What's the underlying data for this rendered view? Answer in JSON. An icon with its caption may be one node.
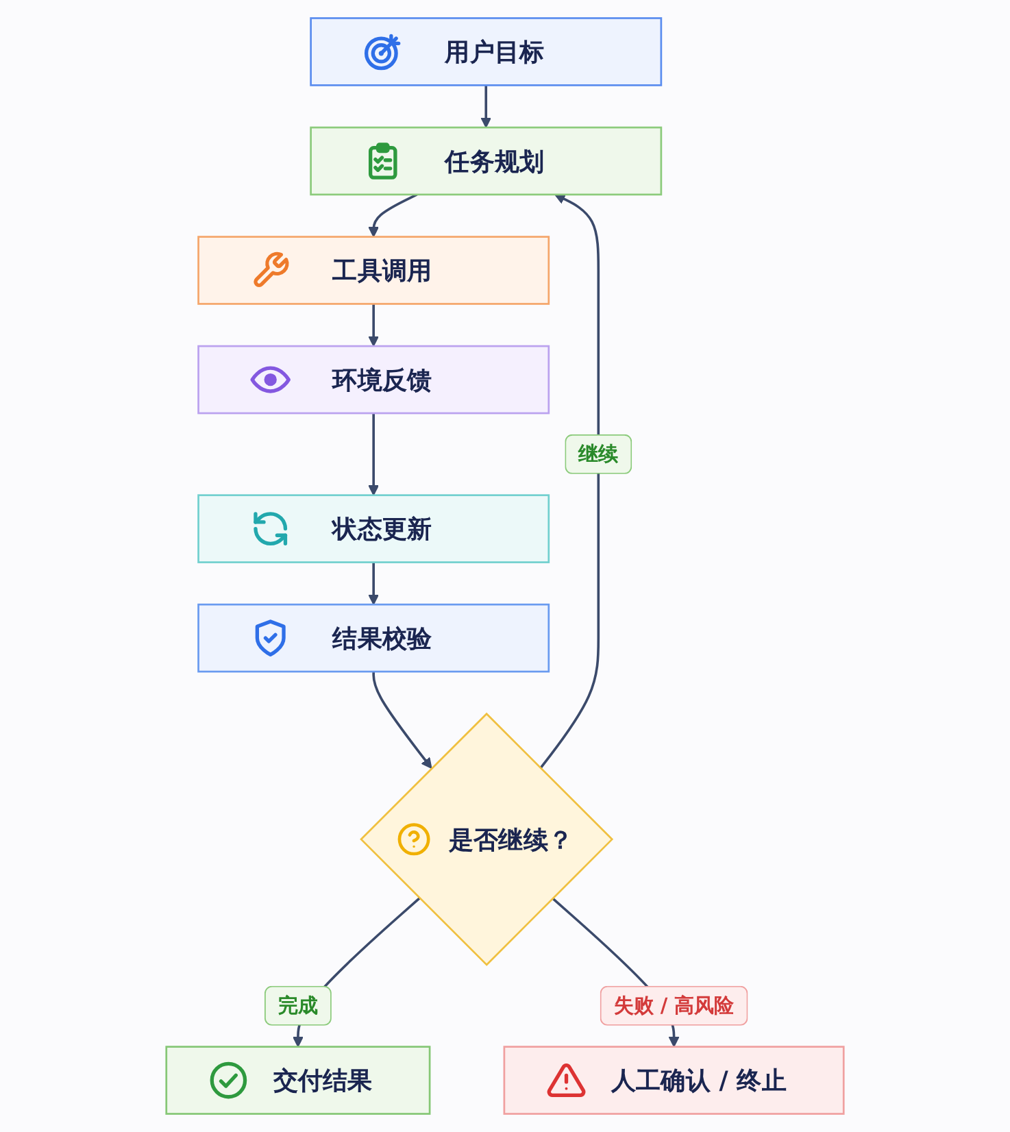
{
  "diagram": {
    "nodes": [
      {
        "text": [
          "用户目标"
        ]
      },
      {
        "text": [
          "任务规划"
        ]
      },
      {
        "text": [
          "工具调用"
        ]
      },
      {
        "text": [
          "环境反馈"
        ]
      },
      {
        "text": [
          "状态更新"
        ]
      },
      {
        "text": [
          "结果校验"
        ]
      },
      {
        "text": [
          "是否继续？"
        ]
      },
      {
        "text": [
          "交付结果"
        ]
      },
      {
        "text": [
          "人工确认 / 终止"
        ]
      }
    ],
    "edges": [
      {
        "from": 0,
        "to": 1,
        "arrow": "to"
      },
      {
        "from": 1,
        "to": 2,
        "arrow": "to"
      },
      {
        "from": 2,
        "to": 3,
        "arrow": "to"
      },
      {
        "from": 3,
        "to": 4,
        "arrow": "to"
      },
      {
        "from": 4,
        "to": 5,
        "arrow": "to"
      },
      {
        "from": 5,
        "to": 6,
        "arrow": "to"
      },
      {
        "from": 6,
        "to": 1,
        "arrow": "to",
        "label": "继续"
      },
      {
        "from": 6,
        "to": 7,
        "arrow": "to",
        "label": "完成"
      },
      {
        "from": 6,
        "to": 8,
        "arrow": "to",
        "label": "失败 / 高风险"
      }
    ]
  }
}
